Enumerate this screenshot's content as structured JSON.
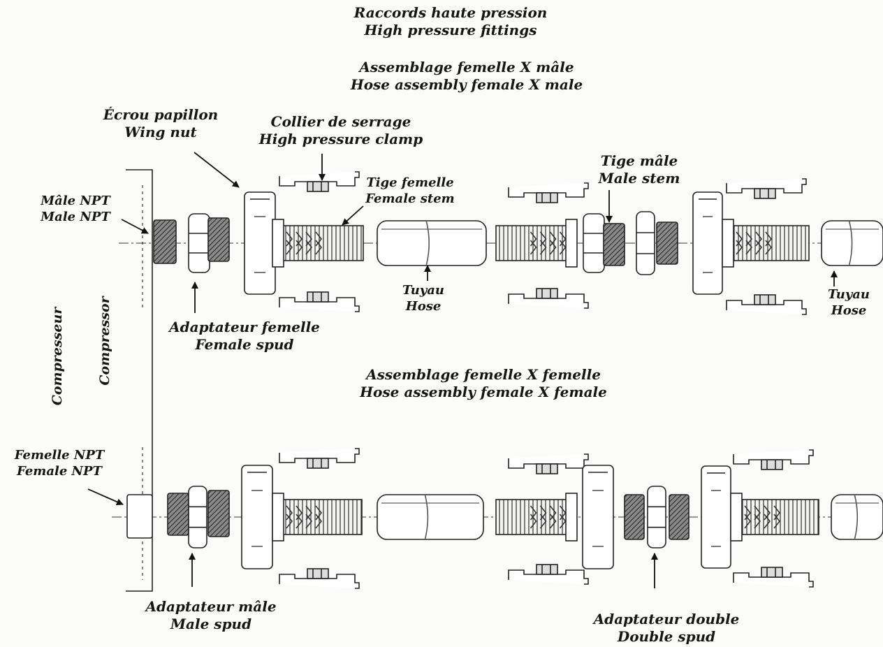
{
  "title": {
    "fr": "Raccords haute pression",
    "en": "High pressure fittings"
  },
  "assembly_top": {
    "fr": "Assemblage femelle X mâle",
    "en": "Hose assembly female X male"
  },
  "assembly_bottom": {
    "fr": "Assemblage femelle X femelle",
    "en": "Hose assembly female X female"
  },
  "compressor": {
    "fr": "Compresseur",
    "en": "Compressor"
  },
  "labels": {
    "wing_nut": {
      "fr": "Écrou papillon",
      "en": "Wing nut"
    },
    "clamp": {
      "fr": "Collier de serrage",
      "en": "High pressure clamp"
    },
    "female_stem": {
      "fr": "Tige femelle",
      "en": "Female stem"
    },
    "male_stem": {
      "fr": "Tige mâle",
      "en": "Male stem"
    },
    "male_npt": {
      "fr": "Mâle NPT",
      "en": "Male NPT"
    },
    "female_npt": {
      "fr": "Femelle NPT",
      "en": "Female NPT"
    },
    "hose_mid": {
      "fr": "Tuyau",
      "en": "Hose"
    },
    "hose_end": {
      "fr": "Tuyau",
      "en": "Hose"
    },
    "female_spud": {
      "fr": "Adaptateur femelle",
      "en": "Female spud"
    },
    "male_spud": {
      "fr": "Adaptateur mâle",
      "en": "Male spud"
    },
    "double_spud": {
      "fr": "Adaptateur double",
      "en": "Double spud"
    }
  }
}
